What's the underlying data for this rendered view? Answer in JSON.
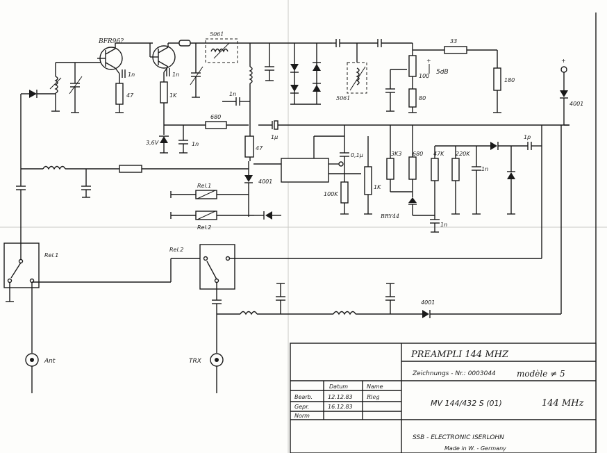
{
  "labels": {
    "part_bfr": "BFR96?",
    "part_c1": "1n",
    "part_r47": "47",
    "part_c2": "1n",
    "part_r1k": "1K",
    "part_zener": "3,6V",
    "part_c3": "1n",
    "part_r680": "680",
    "part_c4": "1n",
    "part_5061a": "5061",
    "part_5061b": "5061",
    "part_r47b": "47",
    "part_1u": "1µ",
    "part_4001a": "4001",
    "part_r33": "33",
    "att_plus": "+",
    "att_minus": "-",
    "att_5db": "5dB",
    "part_r100": "100",
    "part_r80": "80",
    "part_r180": "180",
    "part_plus": "+",
    "part_4001b": "4001",
    "part_1p": "1p",
    "part_01u": "0,1µ",
    "part_3k3": "3K3",
    "part_680b": "680",
    "part_47k": "47K",
    "part_220k": "220K",
    "part_c5": "1n",
    "part_100k": "100K",
    "part_1kb": "1K",
    "part_brx": "BRY44",
    "part_c6": "1n",
    "rel1_top": "Rel.1",
    "rel2_bot": "Rel.2",
    "rel1_box": "Rel.1",
    "rel2_box": "Rel.2",
    "part_4001c": "4001",
    "ant": "Ant",
    "trx": "TRX"
  },
  "title_block": {
    "title": "PREAMPLI 144 MHZ",
    "drawing_no": "Zeichnungs - Nr.: 0003044",
    "model_note": "modèle ≠ 5",
    "col_datum": "Datum",
    "col_name": "Name",
    "row_bearb": "Bearb.",
    "row_gepr": "Gepr.",
    "row_norm": "Norm",
    "date_bearb": "12.12.83",
    "date_gepr": "16.12.83",
    "name_bearb": "Rieg",
    "model": "MV 144/432 S (01)",
    "freq": "144 MHz",
    "company": "SSB - ELECTRONIC ISERLOHN",
    "made_in": "Made in W. - Germany"
  }
}
